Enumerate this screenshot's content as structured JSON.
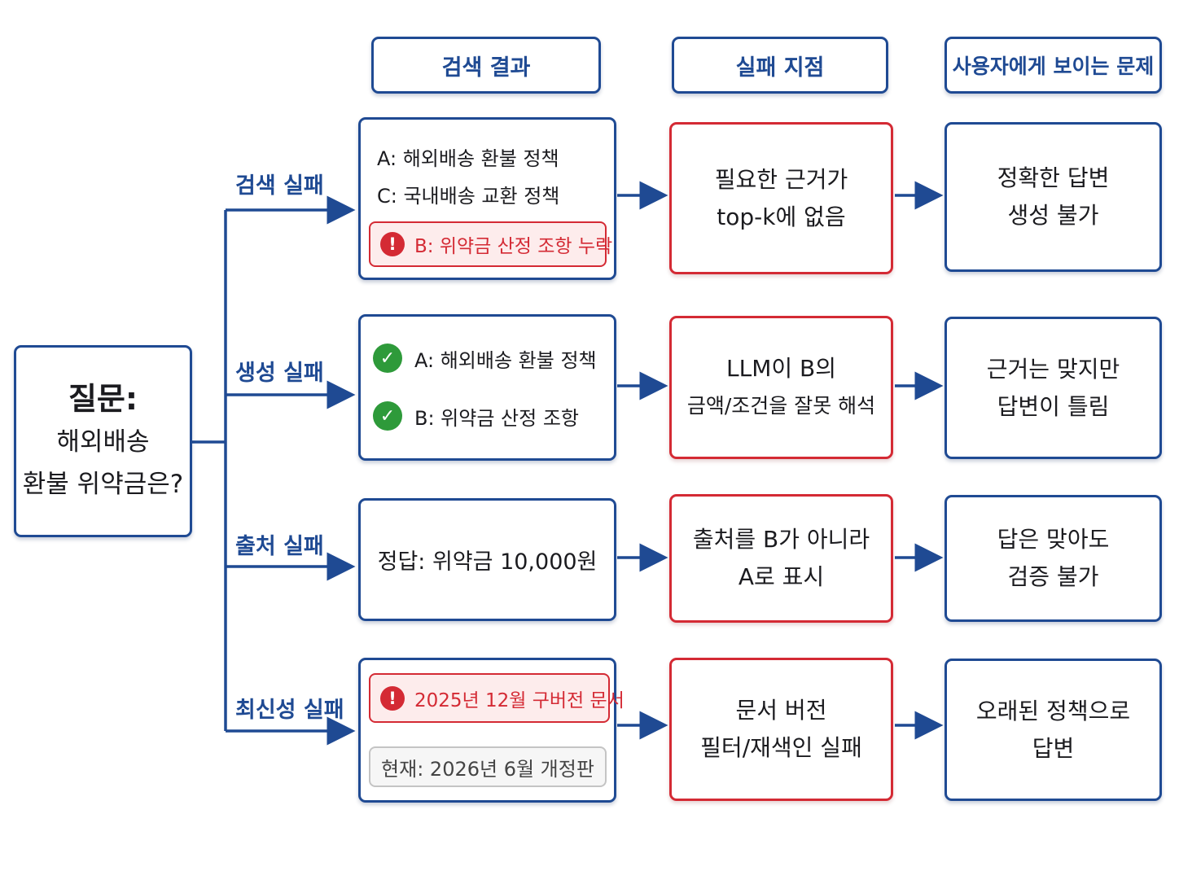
{
  "headers": {
    "search_results": "검색 결과",
    "failure_point": "실패 지점",
    "user_problem": "사용자에게 보이는 문제"
  },
  "question": {
    "label": "질문:",
    "line1": "해외배송",
    "line2": "환불 위약금은?"
  },
  "rows": [
    {
      "label": "검색 실패",
      "results": {
        "item1": "A: 해외배송 환불 정책",
        "item2": "C: 국내배송 교환 정책",
        "alert": "B: 위약금 산정 조항 누락"
      },
      "failure": [
        "필요한 근거가",
        "top-k에 없음"
      ],
      "problem": [
        "정확한 답변",
        "생성 불가"
      ]
    },
    {
      "label": "생성 실패",
      "results": {
        "item1": "A: 해외배송 환불 정책",
        "item2": "B: 위약금 산정 조항"
      },
      "failure": [
        "LLM이 B의",
        "금액/조건을 잘못 해석"
      ],
      "problem": [
        "근거는 맞지만",
        "답변이 틀림"
      ]
    },
    {
      "label": "출처 실패",
      "results": {
        "answer": "정답: 위약금 10,000원"
      },
      "failure": [
        "출처를 B가 아니라",
        "A로 표시"
      ],
      "problem": [
        "답은 맞아도",
        "검증 불가"
      ]
    },
    {
      "label": "최신성 실패",
      "results": {
        "alert": "2025년 12월 구버전 문서",
        "current": "현재: 2026년 6월 개정판"
      },
      "failure": [
        "문서 버전",
        "필터/재색인 실패"
      ],
      "problem": [
        "오래된 정책으로",
        "답변"
      ]
    }
  ],
  "icons": {
    "alert": "exclamation-icon",
    "check": "check-icon",
    "arrow": "arrow-right-icon"
  },
  "colors": {
    "navy": "#1f4a93",
    "red": "#d42a34",
    "green": "#2e9a3a",
    "alert_bg": "#fdecec"
  }
}
